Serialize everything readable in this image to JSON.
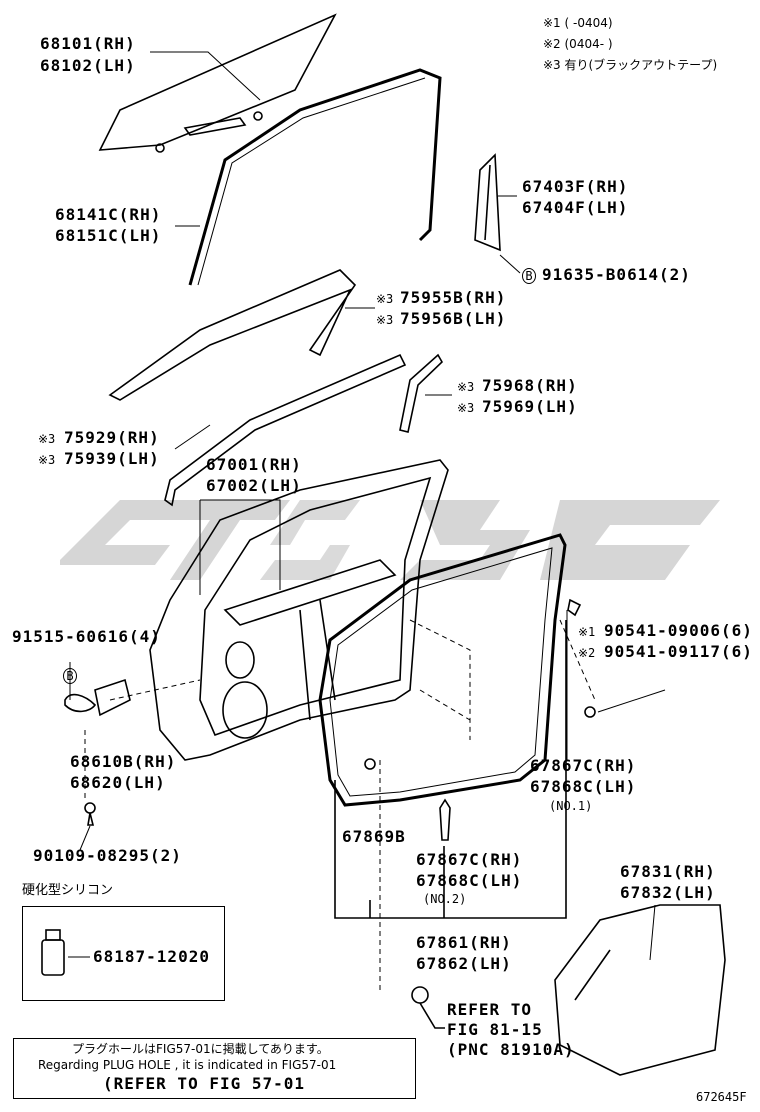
{
  "notes": {
    "n1": "※1 (      -0404)",
    "n2": "※2 (0404-      )",
    "n3": "※3 有り(ブラックアウトテープ)"
  },
  "parts": {
    "p68101": "68101(RH)",
    "p68102": "68102(LH)",
    "p68141c": "68141C(RH)",
    "p68151c": "68151C(LH)",
    "p67403f": "67403F(RH)",
    "p67404f": "67404F(LH)",
    "p91635": "91635-B0614(2)",
    "p75955b": "75955B(RH)",
    "p75956b": "75956B(LH)",
    "p75968": "75968(RH)",
    "p75969": "75969(LH)",
    "p75929": "75929(RH)",
    "p75939": "75939(LH)",
    "p67001": "67001(RH)",
    "p67002": "67002(LH)",
    "p91515": "91515-60616(4)",
    "p90541a": "90541-09006(6)",
    "p90541b": "90541-09117(6)",
    "p68610b": "68610B(RH)",
    "p68620": "68620(LH)",
    "p67867c_top": "67867C(RH)",
    "p67868c_top": "67868C(LH)",
    "no1": "(NO.1)",
    "p67869b": "67869B",
    "p67867c_bot": "67867C(RH)",
    "p67868c_bot": "67868C(LH)",
    "no2": "(NO.2)",
    "p90109": "90109-08295(2)",
    "p67831": "67831(RH)",
    "p67832": "67832(LH)",
    "p67861": "67861(RH)",
    "p67862": "67862(LH)",
    "silicone_title": "硬化型シリコン",
    "p68187": "68187-12020",
    "refer_to": "REFER TO",
    "fig81": "FIG 81-15",
    "pnc": "(PNC 81910A)"
  },
  "marks": {
    "x1": "※1",
    "x2": "※2",
    "x3": "※3",
    "b": "B"
  },
  "bottom_box": {
    "line1": "プラグホールはFIG57-01に掲載してあります。",
    "line2": "Regarding PLUG HOLE , it is indicated in FIG57-01",
    "line3": "(REFER TO FIG 57-01"
  },
  "figure_id": "672645F",
  "watermark_color": "#d0d0d0"
}
